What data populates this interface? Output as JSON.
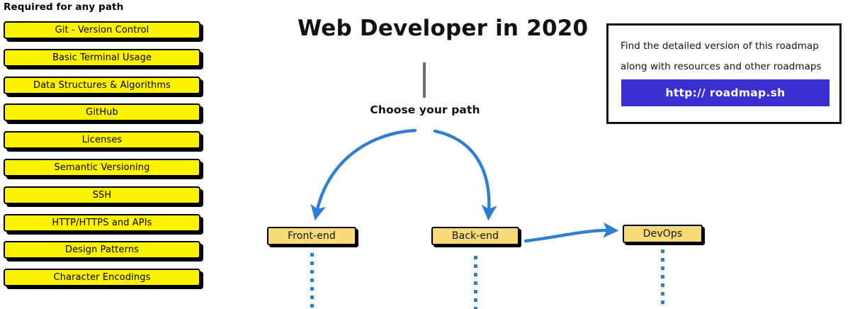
{
  "sidebar": {
    "heading": "Required for any path",
    "items": [
      {
        "label": "Git - Version Control"
      },
      {
        "label": "Basic Terminal Usage"
      },
      {
        "label": "Data Structures & Algorithms"
      },
      {
        "label": "GitHub"
      },
      {
        "label": "Licenses"
      },
      {
        "label": "Semantic Versioning"
      },
      {
        "label": "SSH"
      },
      {
        "label": "HTTP/HTTPS and APIs"
      },
      {
        "label": "Design Patterns"
      },
      {
        "label": "Character Encodings"
      }
    ]
  },
  "main": {
    "title": "Web Developer in 2020",
    "choose_path_label": "Choose your path",
    "paths": [
      {
        "label": "Front-end"
      },
      {
        "label": "Back-end"
      },
      {
        "label": "DevOps"
      }
    ]
  },
  "callout": {
    "line1": "Find the detailed version of this roadmap",
    "line2": "along with resources and other roadmaps",
    "button_label": "http:// roadmap.sh"
  },
  "colors": {
    "required_box_fill": "#fdf200",
    "path_box_fill": "#f9d978",
    "arrow_blue": "#2f7fd1",
    "button_indigo": "#3b2fd0",
    "stem_gray": "#6d6d6d",
    "outline_black": "#000000"
  }
}
